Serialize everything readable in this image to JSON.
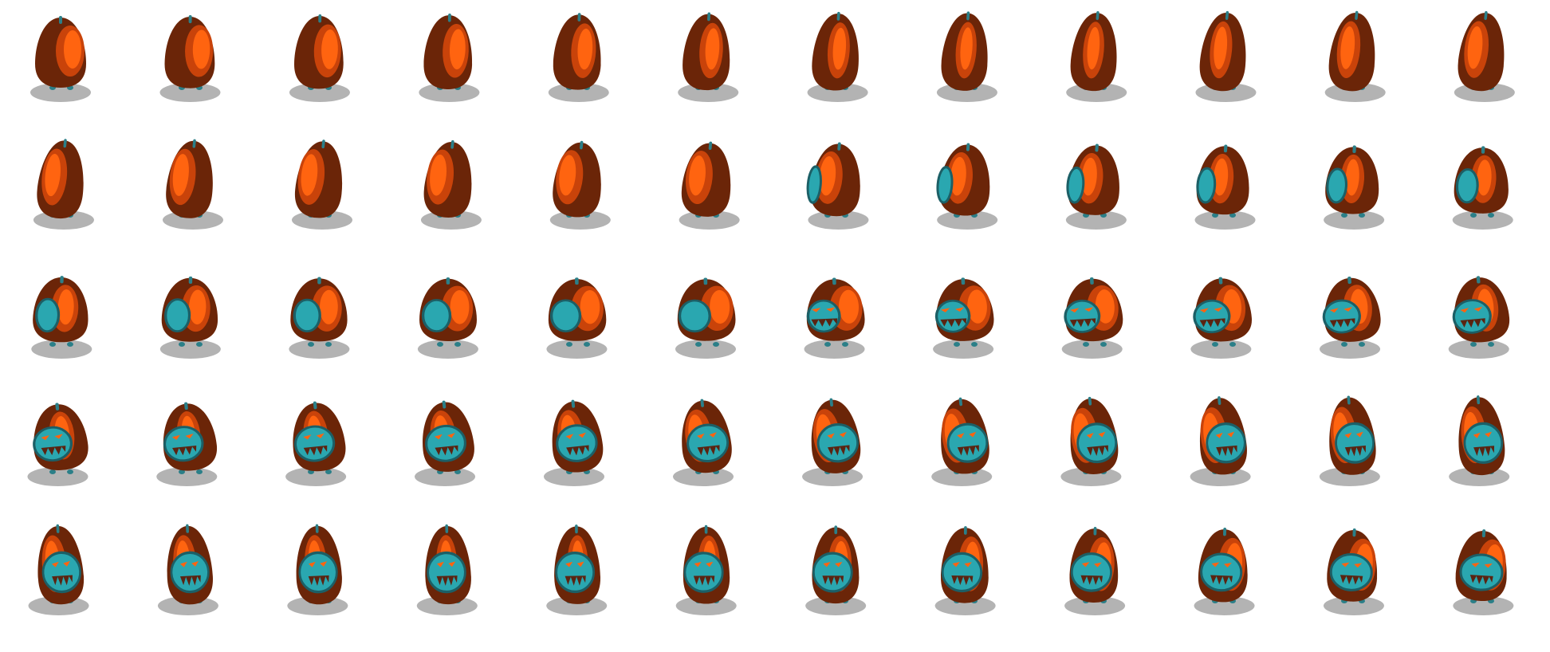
{
  "sprite_sheet": {
    "columns": 12,
    "rows": 5,
    "background": "#ffffff",
    "colors": {
      "body_dark": "#6b2508",
      "body_mid": "#c9430a",
      "body_light": "#ff6410",
      "face_teal": "#2aa7b0",
      "face_dark": "#1c5f66",
      "tooth": "#5a2412",
      "shadow": "#9a9a9a",
      "feet": "#2b7f88"
    },
    "frames": [
      {
        "angle": 0
      },
      {
        "angle": 15
      },
      {
        "angle": 30
      },
      {
        "angle": 45
      },
      {
        "angle": 60
      },
      {
        "angle": 75
      },
      {
        "angle": 90
      },
      {
        "angle": 105
      },
      {
        "angle": 120
      },
      {
        "angle": 135
      },
      {
        "angle": 150
      },
      {
        "angle": 165
      },
      {
        "angle": 180
      },
      {
        "angle": 195
      },
      {
        "angle": 210
      },
      {
        "angle": 225
      },
      {
        "angle": 240
      },
      {
        "angle": 255
      },
      {
        "angle": 270
      },
      {
        "angle": 285
      },
      {
        "angle": 300
      },
      {
        "angle": 315
      },
      {
        "angle": 330
      },
      {
        "angle": 345
      },
      {
        "angle": 360
      },
      {
        "angle": 375
      },
      {
        "angle": 390
      },
      {
        "angle": 405
      },
      {
        "angle": 420
      },
      {
        "angle": 435
      },
      {
        "angle": 450
      },
      {
        "angle": 465
      },
      {
        "angle": 480
      },
      {
        "angle": 495
      },
      {
        "angle": 510
      },
      {
        "angle": 525
      },
      {
        "angle": 540
      },
      {
        "angle": 555
      },
      {
        "angle": 570
      },
      {
        "angle": 585
      },
      {
        "angle": 600
      },
      {
        "angle": 615
      },
      {
        "angle": 630
      },
      {
        "angle": 645
      },
      {
        "angle": 660
      },
      {
        "angle": 675
      },
      {
        "angle": 690
      },
      {
        "angle": 705
      },
      {
        "angle": 720
      },
      {
        "angle": 735
      },
      {
        "angle": 750
      },
      {
        "angle": 765
      },
      {
        "angle": 780
      },
      {
        "angle": 795
      },
      {
        "angle": 810
      },
      {
        "angle": 825
      },
      {
        "angle": 840
      },
      {
        "angle": 855
      },
      {
        "angle": 870
      },
      {
        "angle": 885
      }
    ]
  }
}
